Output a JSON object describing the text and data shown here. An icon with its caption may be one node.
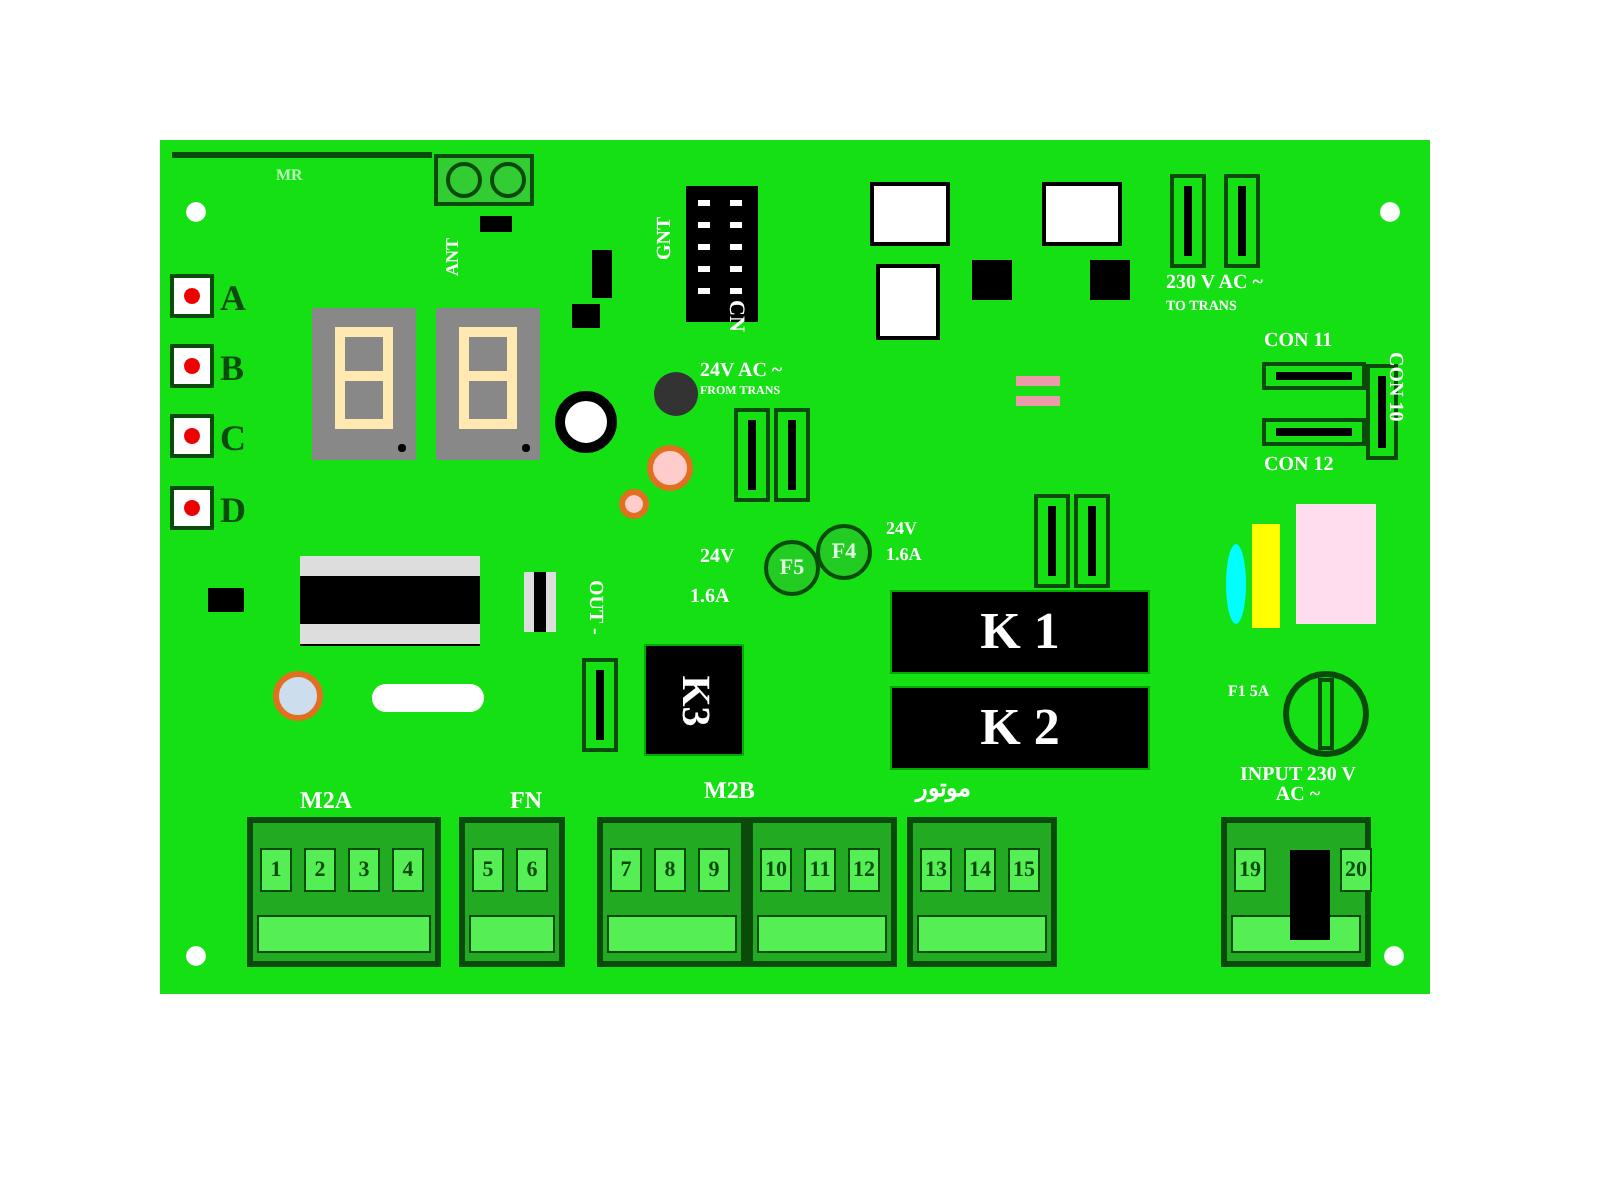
{
  "diagram": {
    "nodes": [
      {
        "text": [
          "K 1"
        ]
      },
      {
        "text": [
          "K 2"
        ]
      },
      {
        "text": [
          "K3"
        ]
      },
      {
        "text": [
          "F5"
        ]
      },
      {
        "text": [
          "F4"
        ]
      }
    ],
    "labels": [
      "MR",
      "ANT",
      "GNT",
      "CN",
      "A",
      "B",
      "C",
      "D",
      "24V AC ~",
      "FROM TRANS",
      "230 V AC ~",
      "TO TRANS",
      "CON 11",
      "CON 10",
      "CON 12",
      "24V",
      "1.6A",
      "24V",
      "1.6A",
      "OUT -",
      "F1 5A",
      "M2A",
      "FN",
      "M2B",
      "موتور",
      "INPUT 230 V AC ~",
      "1",
      "2",
      "3",
      "4",
      "5",
      "6",
      "7",
      "8",
      "9",
      "10",
      "11",
      "12",
      "13",
      "14",
      "15",
      "19",
      "20"
    ]
  }
}
